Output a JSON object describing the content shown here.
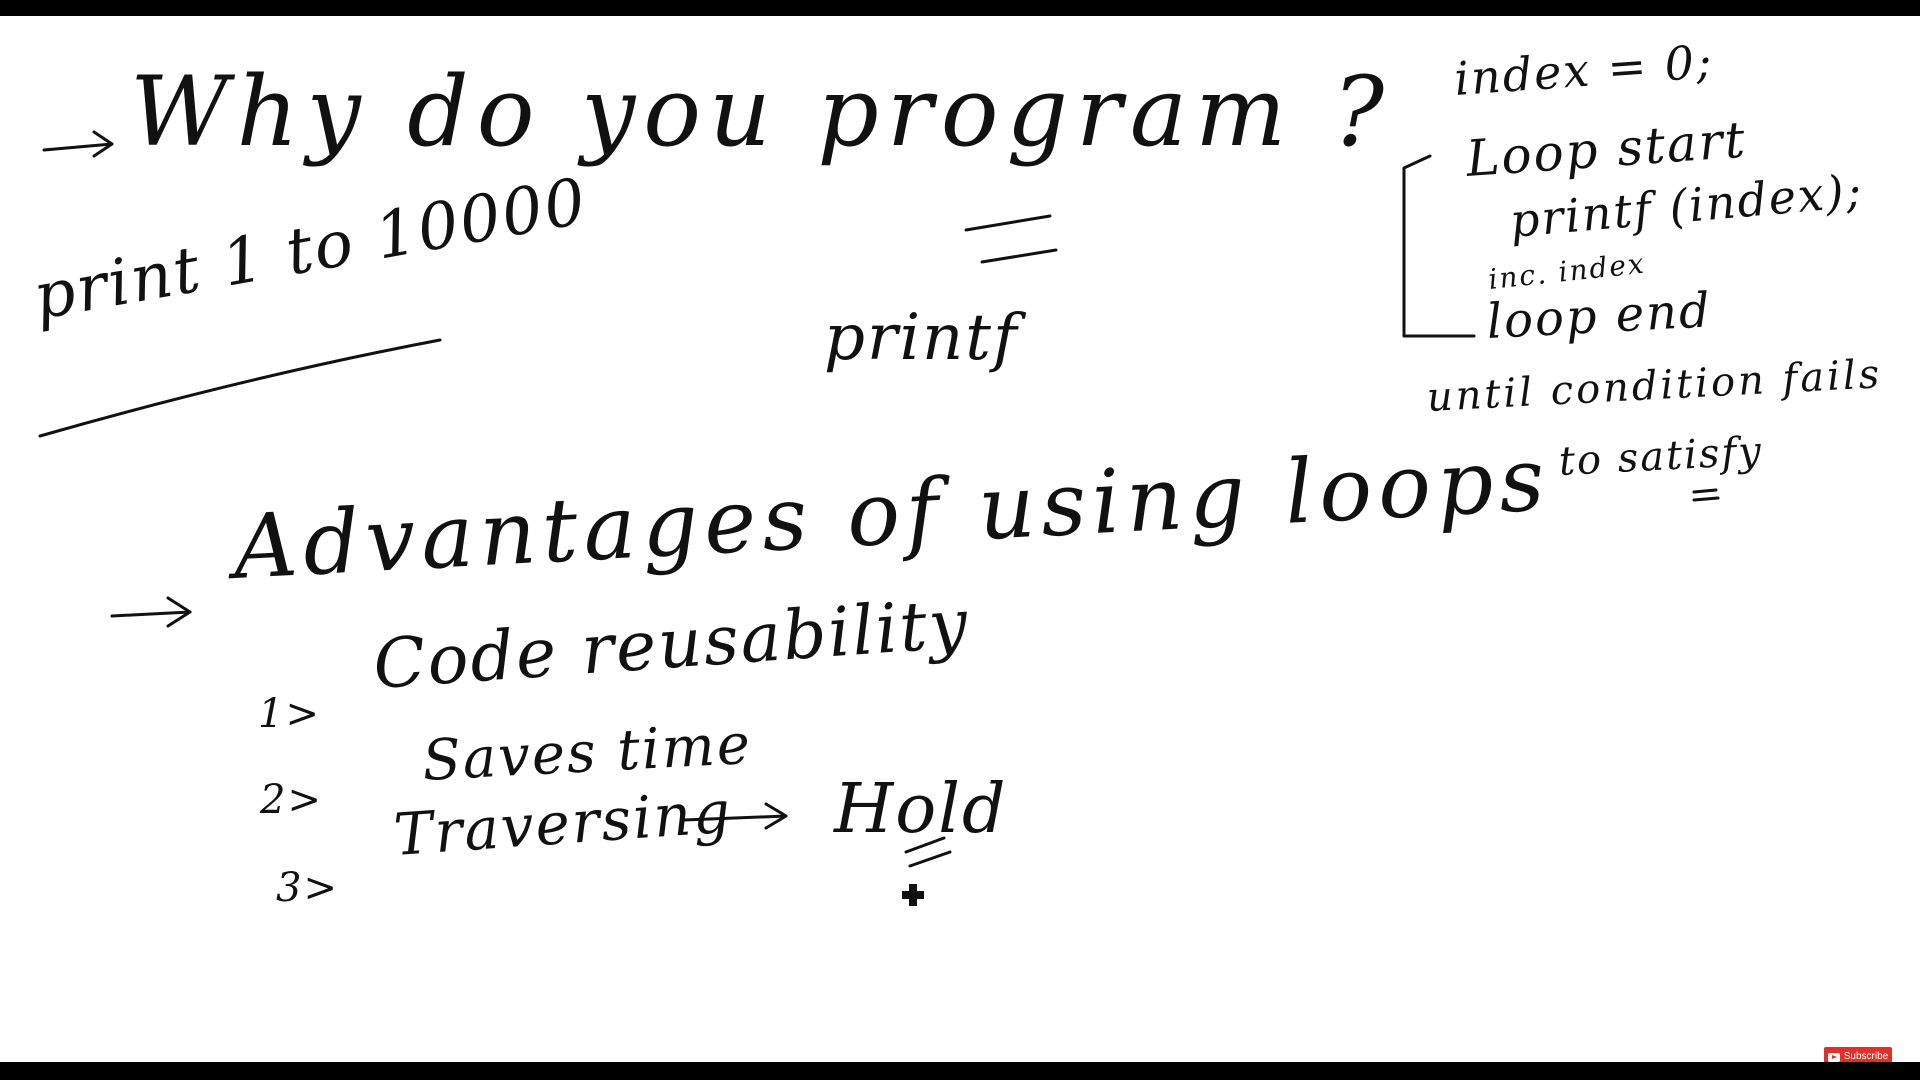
{
  "board": {
    "title": "Why do you program ?",
    "example_task": "print 1 to 10000",
    "function_name": "printf",
    "heading": "Advantages of using loops",
    "advantages": [
      {
        "number": "1>",
        "text": "Code reusability"
      },
      {
        "number": "2>",
        "text": "Saves time"
      },
      {
        "number": "3>",
        "text": "Traversing"
      }
    ],
    "traversing_result": "Hold",
    "loop_notes": {
      "init": "index = 0;",
      "start": "Loop start",
      "body": "printf (index);",
      "increment": "inc. index",
      "end": "loop end",
      "condition_line1": "until condition fails",
      "condition_line2": "to satisfy"
    }
  },
  "player": {
    "subscribe_label": "Subscribe",
    "subscribe_icon": "youtube-play-icon",
    "accent_color": "#e0302a"
  }
}
